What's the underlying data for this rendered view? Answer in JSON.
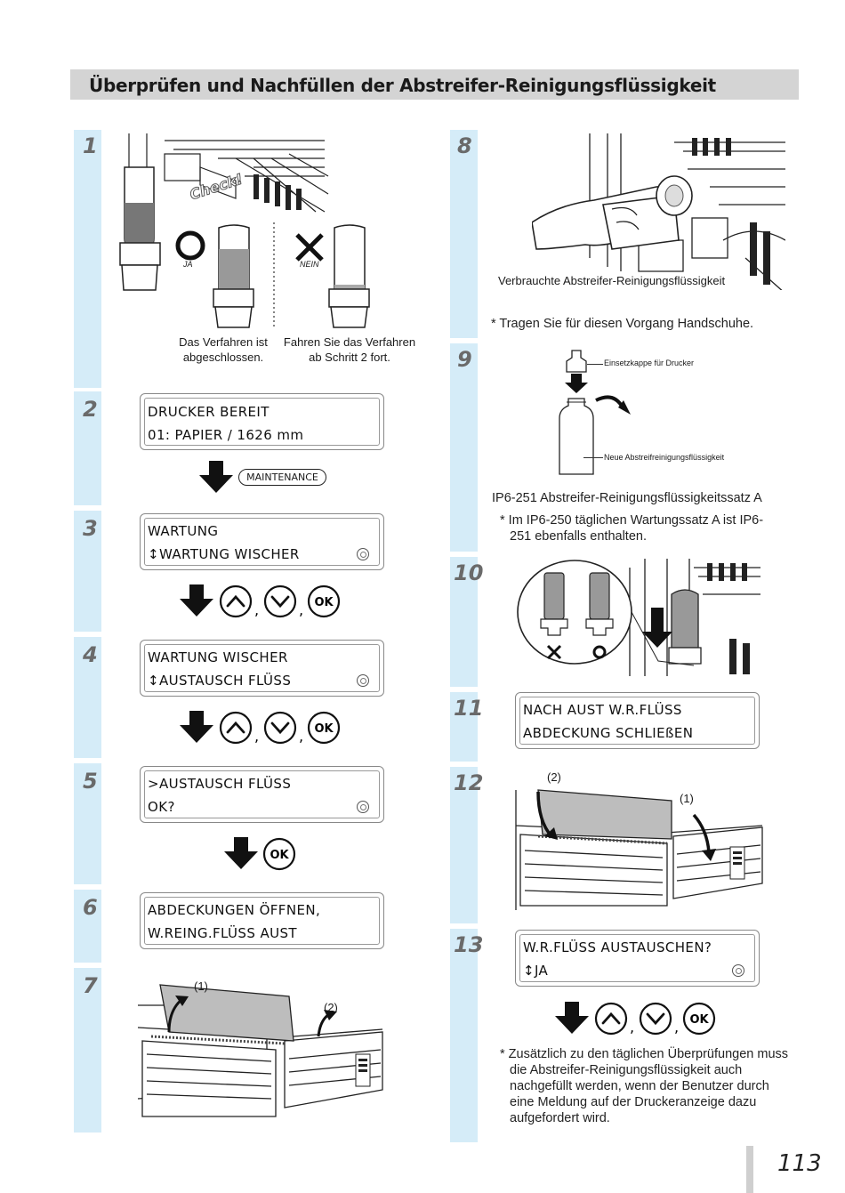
{
  "title": "Überprüfen und Nachfüllen der Abstreifer-Reinigungsflüssigkeit",
  "steps": {
    "s1": {
      "num": "1",
      "check": "Check!",
      "ja": "JA",
      "nein": "NEIN",
      "caption_ok": "Das Verfahren ist abgeschlossen.",
      "caption_ng": "Fahren Sie das Verfahren ab Schritt 2 fort."
    },
    "s2": {
      "num": "2",
      "line1": "DRUCKER BEREIT",
      "line2": "01: PAPIER / 1626 mm",
      "key": "MAINTENANCE"
    },
    "s3": {
      "num": "3",
      "line1": "WARTUNG",
      "line2": "↕WARTUNG WISCHER"
    },
    "s4": {
      "num": "4",
      "line1": "WARTUNG WISCHER",
      "line2": "↕AUSTAUSCH FLÜSS"
    },
    "s5": {
      "num": "5",
      "line1": ">AUSTAUSCH FLÜSS",
      "line2": " OK?"
    },
    "s6": {
      "num": "6",
      "line1": "ABDECKUNGEN ÖFFNEN,",
      "line2": "W.REING.FLÜSS AUST"
    },
    "s7": {
      "num": "7",
      "label1": "(1)",
      "label2": "(2)"
    },
    "s8": {
      "num": "8",
      "caption": "Verbrauchte Abstreifer-Reinigungsflüssigkeit",
      "note": "* Tragen Sie für diesen Vorgang Handschuhe."
    },
    "s9": {
      "num": "9",
      "cap_label": "Einsetzkappe für Drucker",
      "bottle_label": "Neue Abstreifreinigungsflüssigkeit",
      "kit": "IP6-251 Abstreifer-Reinigungsflüssigkeitssatz A",
      "kit_note": "* Im IP6-250 täglichen Wartungssatz A ist IP6-251 ebenfalls enthalten."
    },
    "s10": {
      "num": "10"
    },
    "s11": {
      "num": "11",
      "line1": "NACH AUST W.R.FLÜSS",
      "line2": "ABDECKUNG SCHLIEßEN"
    },
    "s12": {
      "num": "12",
      "label1": "(1)",
      "label2": "(2)"
    },
    "s13": {
      "num": "13",
      "line1": "W.R.FLÜSS AUSTAUSCHEN?",
      "line2": "↕JA",
      "note": "* Zusätzlich zu den täglichen Überprüfungen muss die Abstreifer-Reinigungsflüssigkeit auch nachgefüllt werden, wenn der Benutzer durch eine Meldung auf der Druckeranzeige dazu aufgefordert wird."
    }
  },
  "keys": {
    "ok": "OK",
    "comma": ","
  },
  "page_number": "113"
}
